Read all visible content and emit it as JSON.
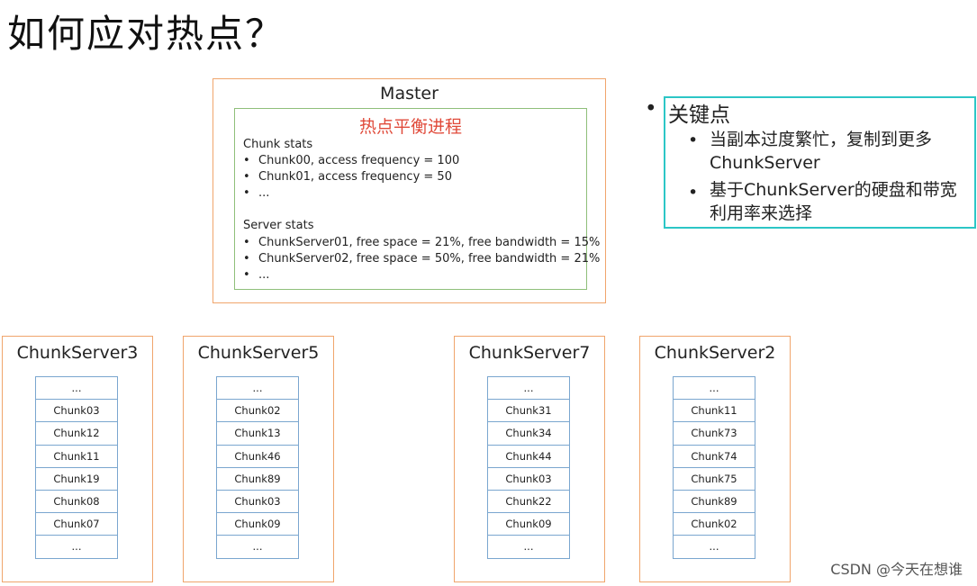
{
  "title": "如何应对热点？",
  "master": {
    "label": "Master",
    "process_title": "热点平衡进程",
    "chunk_stats_label": "Chunk stats",
    "chunk_stats": [
      "Chunk00, access frequency = 100",
      "Chunk01, access frequency = 50",
      "..."
    ],
    "server_stats_label": "Server stats",
    "server_stats": [
      "ChunkServer01, free space = 21%, free bandwidth = 15%",
      "ChunkServer02, free space = 50%, free bandwidth = 21%",
      "..."
    ]
  },
  "key_points": {
    "bullet": "•",
    "heading": "关键点",
    "items": [
      {
        "line1": "当副本过度繁忙，复制到更多",
        "line2": "ChunkServer"
      },
      {
        "line1": "基于ChunkServer的硬盘和带宽",
        "line2": "利用率来选择"
      }
    ]
  },
  "servers": [
    {
      "name": "ChunkServer3",
      "chunks": [
        "...",
        "Chunk03",
        "Chunk12",
        "Chunk11",
        "Chunk19",
        "Chunk08",
        "Chunk07",
        "..."
      ]
    },
    {
      "name": "ChunkServer5",
      "chunks": [
        "...",
        "Chunk02",
        "Chunk13",
        "Chunk46",
        "Chunk89",
        "Chunk03",
        "Chunk09",
        "..."
      ]
    },
    {
      "name": "ChunkServer7",
      "chunks": [
        "...",
        "Chunk31",
        "Chunk34",
        "Chunk44",
        "Chunk03",
        "Chunk22",
        "Chunk09",
        "..."
      ]
    },
    {
      "name": "ChunkServer2",
      "chunks": [
        "...",
        "Chunk11",
        "Chunk73",
        "Chunk74",
        "Chunk75",
        "Chunk89",
        "Chunk02",
        "..."
      ]
    }
  ],
  "watermark": "CSDN @今天在想谁",
  "colors": {
    "server_border": "#f0a56c",
    "process_border": "#8fbf7a",
    "process_title": "#e04a3a",
    "cell_border": "#7aa6cf",
    "highlight_border": "#2cc6c6"
  }
}
